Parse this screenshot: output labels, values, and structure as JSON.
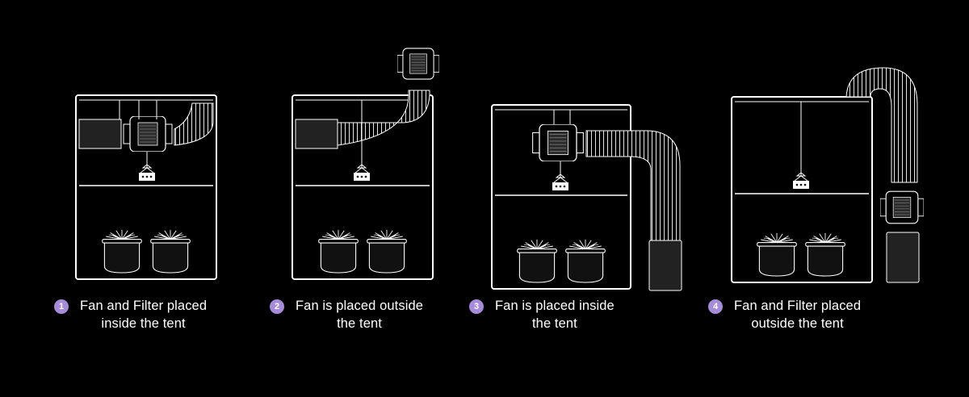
{
  "palette": {
    "background": "#000000",
    "line": "#ffffff",
    "badge": "#a78bdb",
    "text": "#ffffff"
  },
  "setups": [
    {
      "number": "1",
      "line1": "Fan and Filter placed",
      "line2": "inside the tent"
    },
    {
      "number": "2",
      "line1": "Fan is placed outside",
      "line2": "the tent"
    },
    {
      "number": "3",
      "line1": "Fan is placed inside",
      "line2": "the tent"
    },
    {
      "number": "4",
      "line1": "Fan and Filter placed",
      "line2": "outside the tent"
    }
  ]
}
